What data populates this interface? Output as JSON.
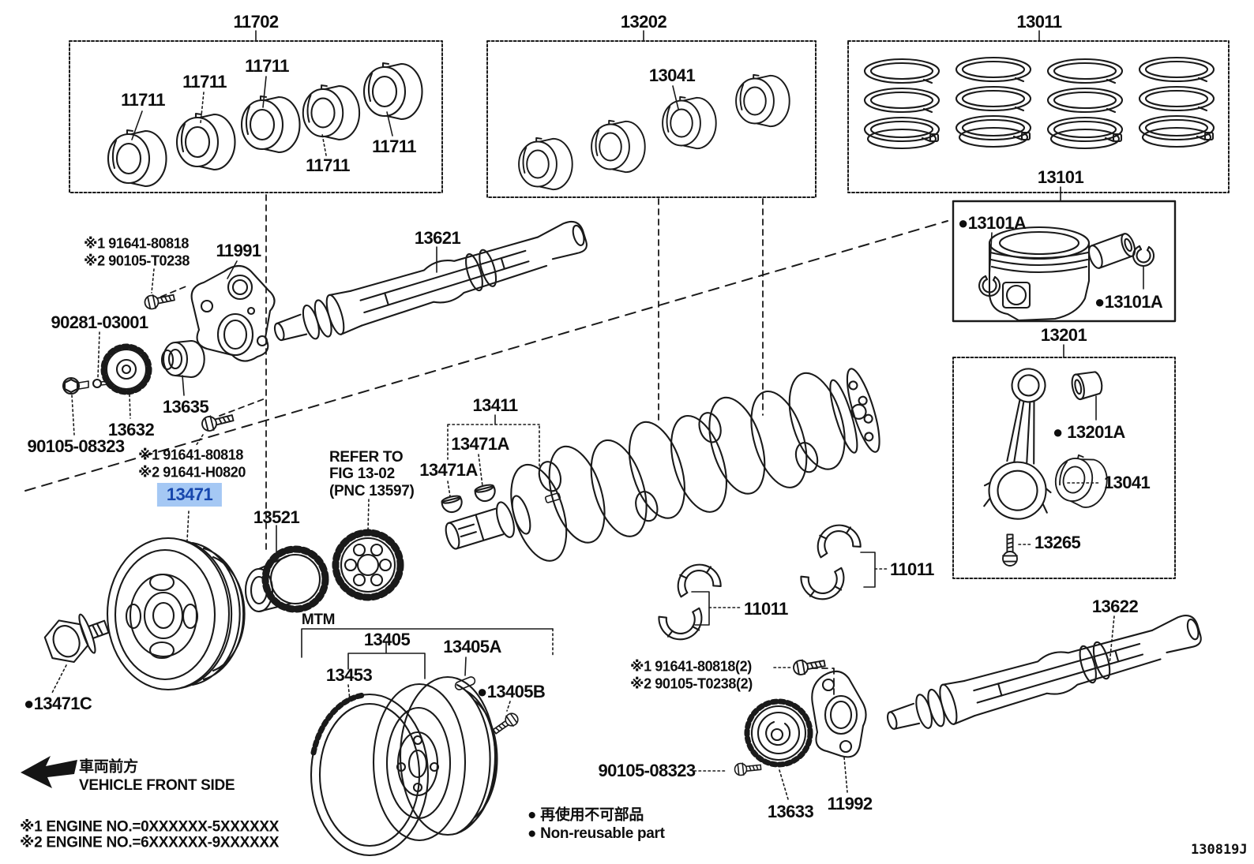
{
  "figure": {
    "code": "130819J",
    "selected_part": "13471"
  },
  "colors": {
    "background": "#ffffff",
    "line": "#1a1a1a",
    "highlight_bg": "#a5c8f4",
    "highlight_text": "#1747ad"
  },
  "labels": {
    "box_main_bearings": "11702",
    "main_bearing": "11711",
    "box_con_rod_bearings": "13202",
    "con_rod_bearing": "13041",
    "box_piston_rings": "13011",
    "box_piston": "13101",
    "piston_pin_ring": "●13101A",
    "box_con_rod": "13201",
    "con_rod_bush": "● 13201A",
    "con_rod_bolt": "13265",
    "note_bolt_a1": "※1 91641-80818",
    "note_bolt_a2": "※2 90105-T0238",
    "bracket_11991": "11991",
    "gear_spacer": "90281-03001",
    "collar_13635": "13635",
    "gear_13632": "13632",
    "bolt_90105_08323": "90105-08323",
    "note_bolt_b1": "※1 91641-80818",
    "note_bolt_b2": "※2 91641-H0820",
    "balance_shaft_1": "13621",
    "crankshaft": "13411",
    "key_13471a": "13471A",
    "refer_1": "REFER TO",
    "refer_2": "FIG 13-02",
    "refer_3": "(PNC 13597)",
    "pulley": "13471",
    "sprocket_13521": "13521",
    "mtm": "MTM",
    "pulley_bolt": "●13471C",
    "flywheel": "13405",
    "flywheel_key": "13405A",
    "ring_gear": "13453",
    "flywheel_bolt": "●13405B",
    "note_bolt_c1": "※1 91641-80818(2)",
    "note_bolt_c2": "※2 90105-T0238(2)",
    "pulley_13633": "13633",
    "bracket_11992": "11992",
    "balance_shaft_2": "13622",
    "thrust_washer": "11011",
    "front_jp": "車両前方",
    "front_en": "VEHICLE FRONT SIDE",
    "engine_no_1": "※1 ENGINE NO.=0XXXXXX-5XXXXXX",
    "engine_no_2": "※2 ENGINE NO.=6XXXXXX-9XXXXXX",
    "legend_jp": "● 再使用不可部品",
    "legend_en": "● Non-reusable part",
    "figure_code": "130819J"
  }
}
